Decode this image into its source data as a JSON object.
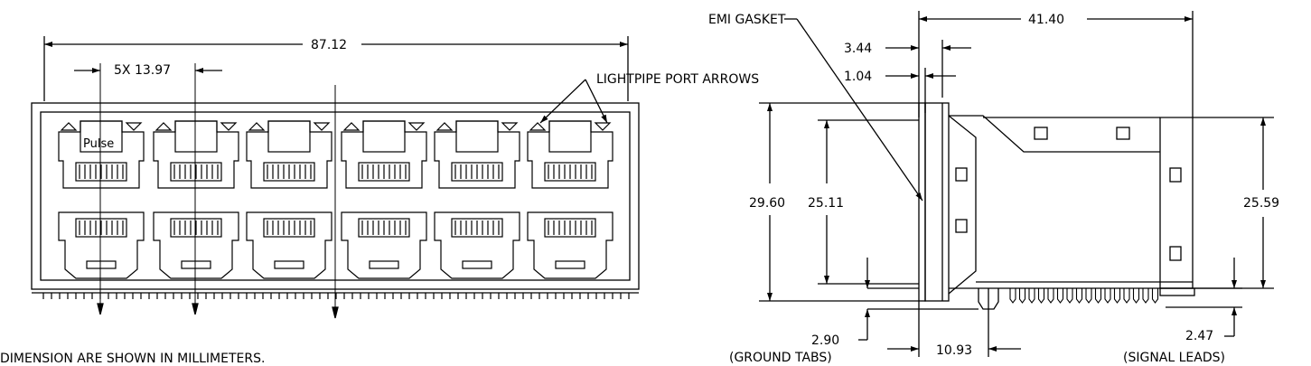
{
  "front_view": {
    "overall_width": "87.12",
    "pitch": "5X  13.97",
    "lightpipe_label": "LIGHTPIPE PORT ARROWS",
    "brand": "Pulse"
  },
  "side_view": {
    "emi_label": "EMI GASKET",
    "depth": "41.40",
    "dim_344": "3.44",
    "dim_104": "1.04",
    "height": "29.60",
    "port_height": "25.11",
    "right_height": "25.59",
    "ground_tab_dim": "2.90",
    "ground_tab_label": "(GROUND TABS)",
    "leads_offset": "10.93",
    "signal_dim": "2.47",
    "signal_label": "(SIGNAL LEADS)"
  },
  "note": "DIMENSION ARE SHOWN IN MILLIMETERS."
}
